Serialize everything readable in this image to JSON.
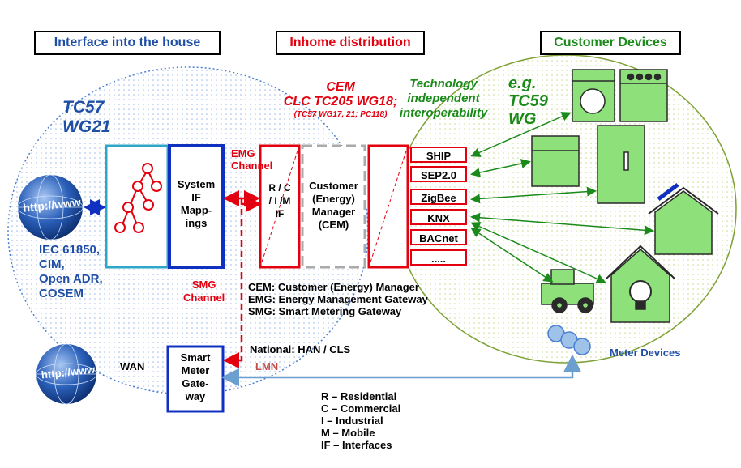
{
  "headers": {
    "interface": "Interface into the house",
    "inhome": "Inhome distribution",
    "devices": "Customer Devices"
  },
  "cem_title": {
    "line1": "CEM",
    "line2": "CLC TC205 WG18;",
    "line3": "(TC57 WG17, 21; PC118)"
  },
  "technology": [
    "Technology",
    "independent",
    "interoperability"
  ],
  "tc57": [
    "TC57",
    "WG21"
  ],
  "tc59": [
    "e.g.",
    "TC59",
    "WG"
  ],
  "emg_channel": [
    "EMG",
    "Channel"
  ],
  "smg_channel": [
    "SMG",
    "Channel"
  ],
  "system_if": [
    "System",
    "IF",
    "Mapp-",
    "ings"
  ],
  "rcim": [
    "R / C",
    "/ I /M",
    "IF"
  ],
  "cem_box": [
    "Customer",
    "(Energy)",
    "Manager",
    "(CEM)"
  ],
  "protocols": [
    "SHIP",
    "SEP2.0",
    "ZigBee",
    "KNX",
    "BACnet",
    "....."
  ],
  "standards": [
    "IEC 61850,",
    "CIM,",
    "Open ADR,",
    "COSEM"
  ],
  "abbreviations": [
    "CEM: Customer (Energy) Manager",
    "EMG: Energy Management Gateway",
    "SMG: Smart Metering Gateway"
  ],
  "national": "National: HAN / CLS",
  "lmn": "LMN",
  "wan": "WAN",
  "smart_meter": [
    "Smart",
    "Meter",
    "Gate-",
    "way"
  ],
  "meter_devices": "Meter Devices",
  "globe_text": "http://www",
  "segments": [
    "R – Residential",
    "C – Commercial",
    "I – Industrial",
    "M – Mobile",
    "IF – Interfaces"
  ],
  "colors": {
    "blue_area": "#1f4ea5",
    "red": "#e3000f",
    "green": "#1a8a1a",
    "device_fill": "#8ee07a",
    "meter_fill": "#9fc3e8",
    "teal_box": "#2ea6c8"
  }
}
